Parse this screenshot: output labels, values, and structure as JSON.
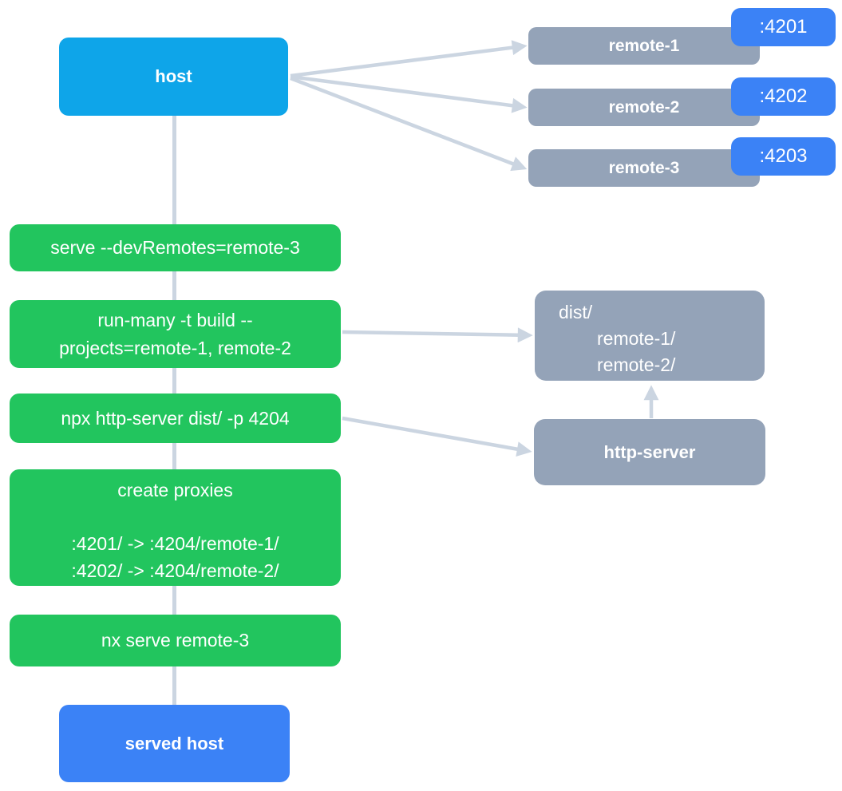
{
  "colors": {
    "host_blue": "#0ea5e9",
    "accent_blue": "#3b82f6",
    "step_green": "#22c55e",
    "node_gray": "#94a3b8",
    "arrow_gray": "#cbd5e1",
    "label_white": "#ffffff"
  },
  "nodes": {
    "host": {
      "label": "host"
    },
    "remotes": [
      {
        "label": "remote-1",
        "port": ":4201"
      },
      {
        "label": "remote-2",
        "port": ":4202"
      },
      {
        "label": "remote-3",
        "port": ":4203"
      }
    ],
    "steps": [
      {
        "label": "serve --devRemotes=remote-3"
      },
      {
        "line1": "run-many -t build --",
        "line2": "projects=remote-1, remote-2"
      },
      {
        "label": "npx http-server dist/ -p 4204"
      },
      {
        "title": "create proxies",
        "mappings": [
          ":4201/ -> :4204/remote-1/",
          ":4202/ -> :4204/remote-2/"
        ]
      },
      {
        "label": "nx serve remote-3"
      }
    ],
    "dist_folder": {
      "title": "dist/",
      "entries": [
        "remote-1/",
        "remote-2/"
      ]
    },
    "http_server": {
      "label": "http-server"
    },
    "served_host": {
      "label": "served host"
    }
  }
}
